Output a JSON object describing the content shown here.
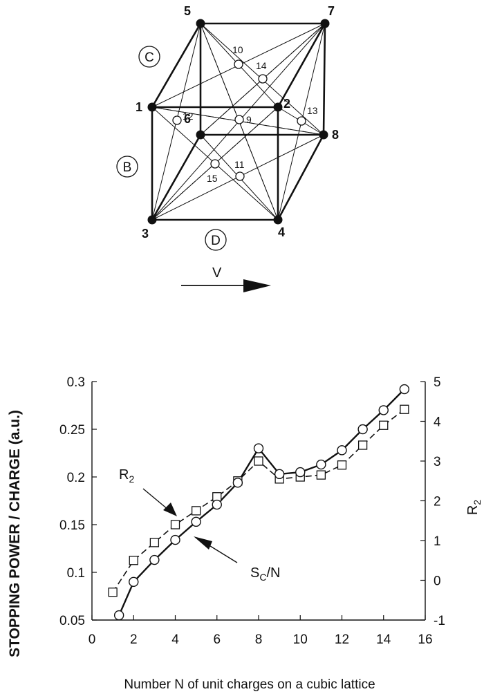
{
  "lattice": {
    "vertex_labels": [
      "1",
      "2",
      "3",
      "4",
      "5",
      "6",
      "7",
      "8"
    ],
    "center_labels": [
      "9",
      "10",
      "11",
      "12",
      "13",
      "14",
      "15"
    ],
    "face_labels": [
      "C",
      "B",
      "D"
    ],
    "velocity_label": "V"
  },
  "chart_data": {
    "type": "line",
    "xlabel": "Number N of unit charges on a cubic lattice",
    "ylabel": "STOPPING POWER / CHARGE (a.u.)",
    "y2label": "R",
    "y2label_sub": "2",
    "xlim": [
      0,
      16
    ],
    "ylim": [
      0.05,
      0.3
    ],
    "y2lim": [
      -1,
      5
    ],
    "x_ticks": [
      "0",
      "2",
      "4",
      "6",
      "8",
      "10",
      "12",
      "14",
      "16"
    ],
    "y_ticks": [
      "0.05",
      "0.1",
      "0.15",
      "0.2",
      "0.25",
      "0.3"
    ],
    "y2_ticks": [
      "-1",
      "0",
      "1",
      "2",
      "3",
      "4",
      "5"
    ],
    "series": [
      {
        "name": "R2",
        "name_main": "R",
        "name_sub": "2",
        "marker": "square",
        "dash": true,
        "axis": "right",
        "x": [
          1,
          2,
          3,
          4,
          5,
          6,
          7,
          8,
          9,
          10,
          11,
          12,
          13,
          14,
          15
        ],
        "y": [
          -0.3,
          0.5,
          0.95,
          1.4,
          1.75,
          2.1,
          2.5,
          3.0,
          2.55,
          2.6,
          2.65,
          2.9,
          3.4,
          3.9,
          4.3
        ]
      },
      {
        "name": "Sc/N",
        "name_main": "S",
        "name_sub": "C",
        "name_tail": "/N",
        "marker": "circle",
        "dash": false,
        "axis": "left",
        "x": [
          1.3,
          2,
          3,
          4,
          5,
          6,
          7,
          8,
          9,
          10,
          11,
          12,
          13,
          14,
          15
        ],
        "y": [
          0.055,
          0.09,
          0.113,
          0.134,
          0.153,
          0.171,
          0.194,
          0.23,
          0.203,
          0.205,
          0.213,
          0.228,
          0.25,
          0.27,
          0.292
        ]
      }
    ]
  }
}
